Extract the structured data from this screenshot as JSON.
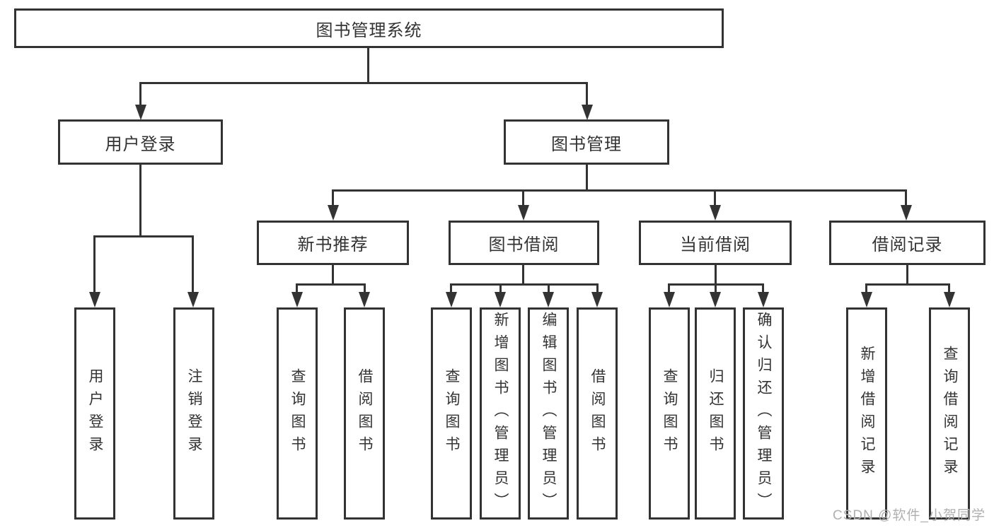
{
  "tree": {
    "root": {
      "label": "图书管理系统"
    },
    "branches": [
      {
        "label": "用户登录",
        "children": [
          "用户登录",
          "注销登录"
        ]
      },
      {
        "label": "图书管理",
        "children": [
          {
            "label": "新书推荐",
            "children": [
              "查询图书",
              "借阅图书"
            ]
          },
          {
            "label": "图书借阅",
            "children": [
              "查询图书",
              "新增图书（管理员）",
              "编辑图书（管理员）",
              "借阅图书"
            ]
          },
          {
            "label": "当前借阅",
            "children": [
              "查询图书",
              "归还图书",
              "确认归还（管理员）"
            ]
          },
          {
            "label": "借阅记录",
            "children": [
              "新增借阅记录",
              "查询借阅记录"
            ]
          }
        ]
      }
    ]
  },
  "watermark": {
    "text": "CSDN @软件_小贺同学",
    "color": "#b0b0b0"
  },
  "colors": {
    "background": "#ffffff",
    "line": "#333333",
    "box_border": "#333333",
    "box_fill": "#ffffff",
    "text": "#333333"
  }
}
